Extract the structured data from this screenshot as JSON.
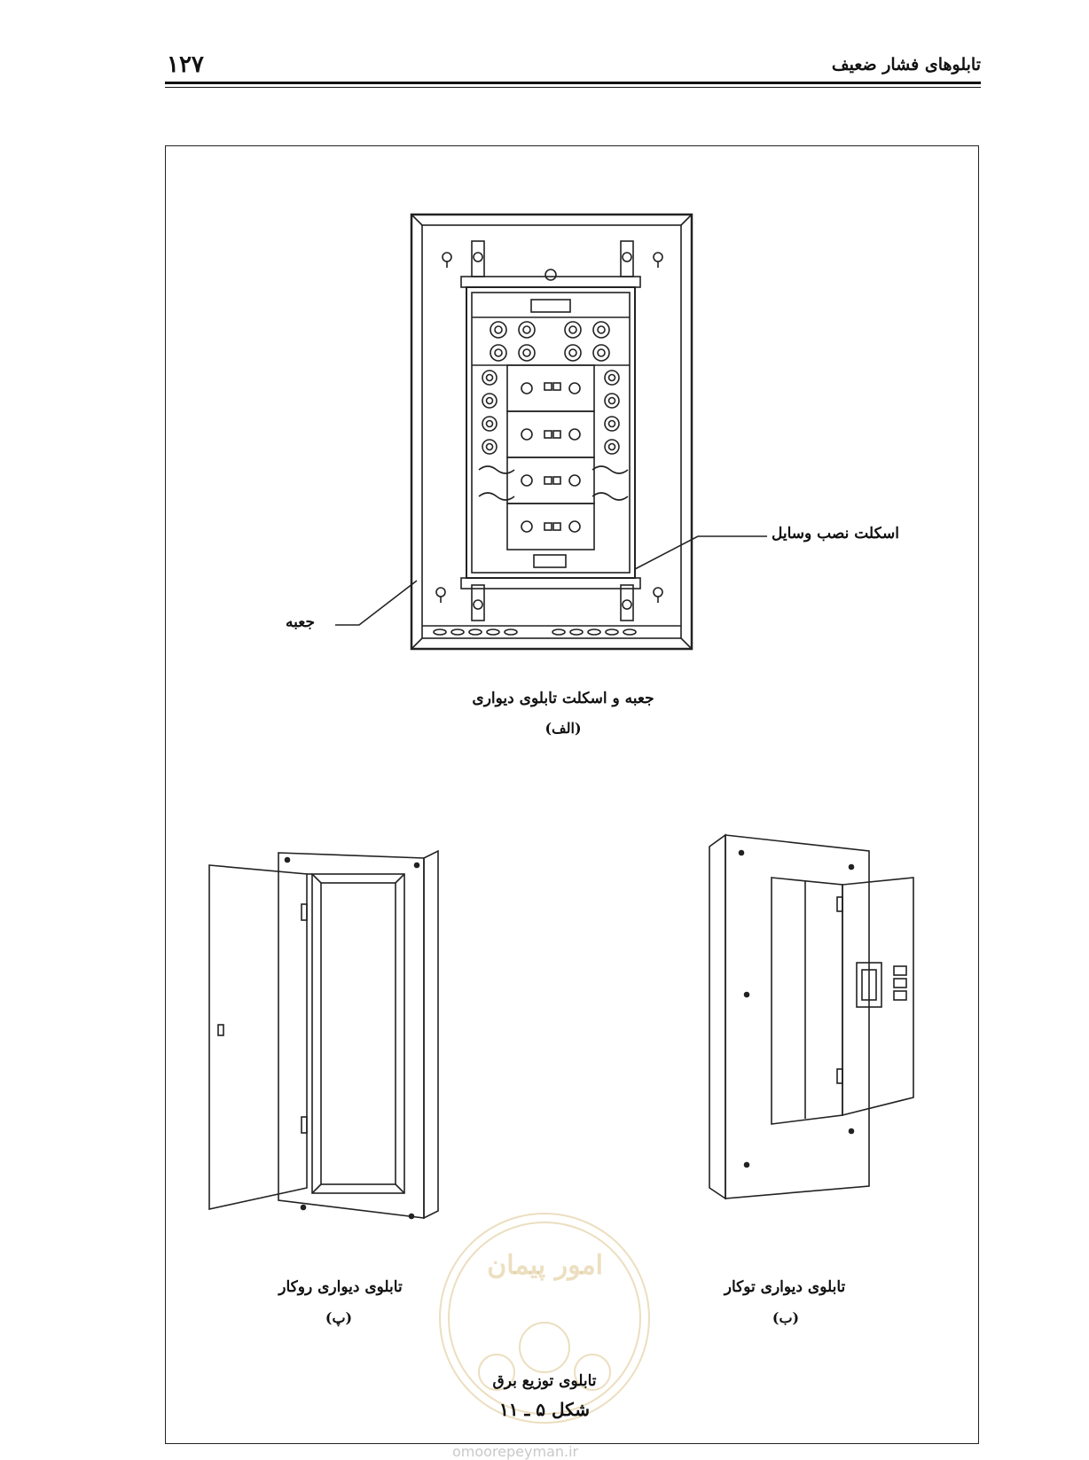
{
  "header": {
    "page_number": "۱۲۷",
    "chapter_title": "تابلوهای فشار ضعیف"
  },
  "figure": {
    "label_skeleton": "اسکلت نصب وسایل",
    "label_box": "جعبه",
    "caption_a": "جعبه و اسکلت تابلوی دیواری",
    "tag_a": "(الف)",
    "caption_b": "تابلوی دیواری توکار",
    "tag_b": "(ب)",
    "caption_p": "تابلوی دیواری روکار",
    "tag_p": "(پ)",
    "main_caption": "تابلوی توزیع برق",
    "figure_number": "شکل ۵ ـ ۱۱"
  },
  "watermark": {
    "url": "omoorepeyman.ir",
    "seal_script": "امور پیمان"
  }
}
